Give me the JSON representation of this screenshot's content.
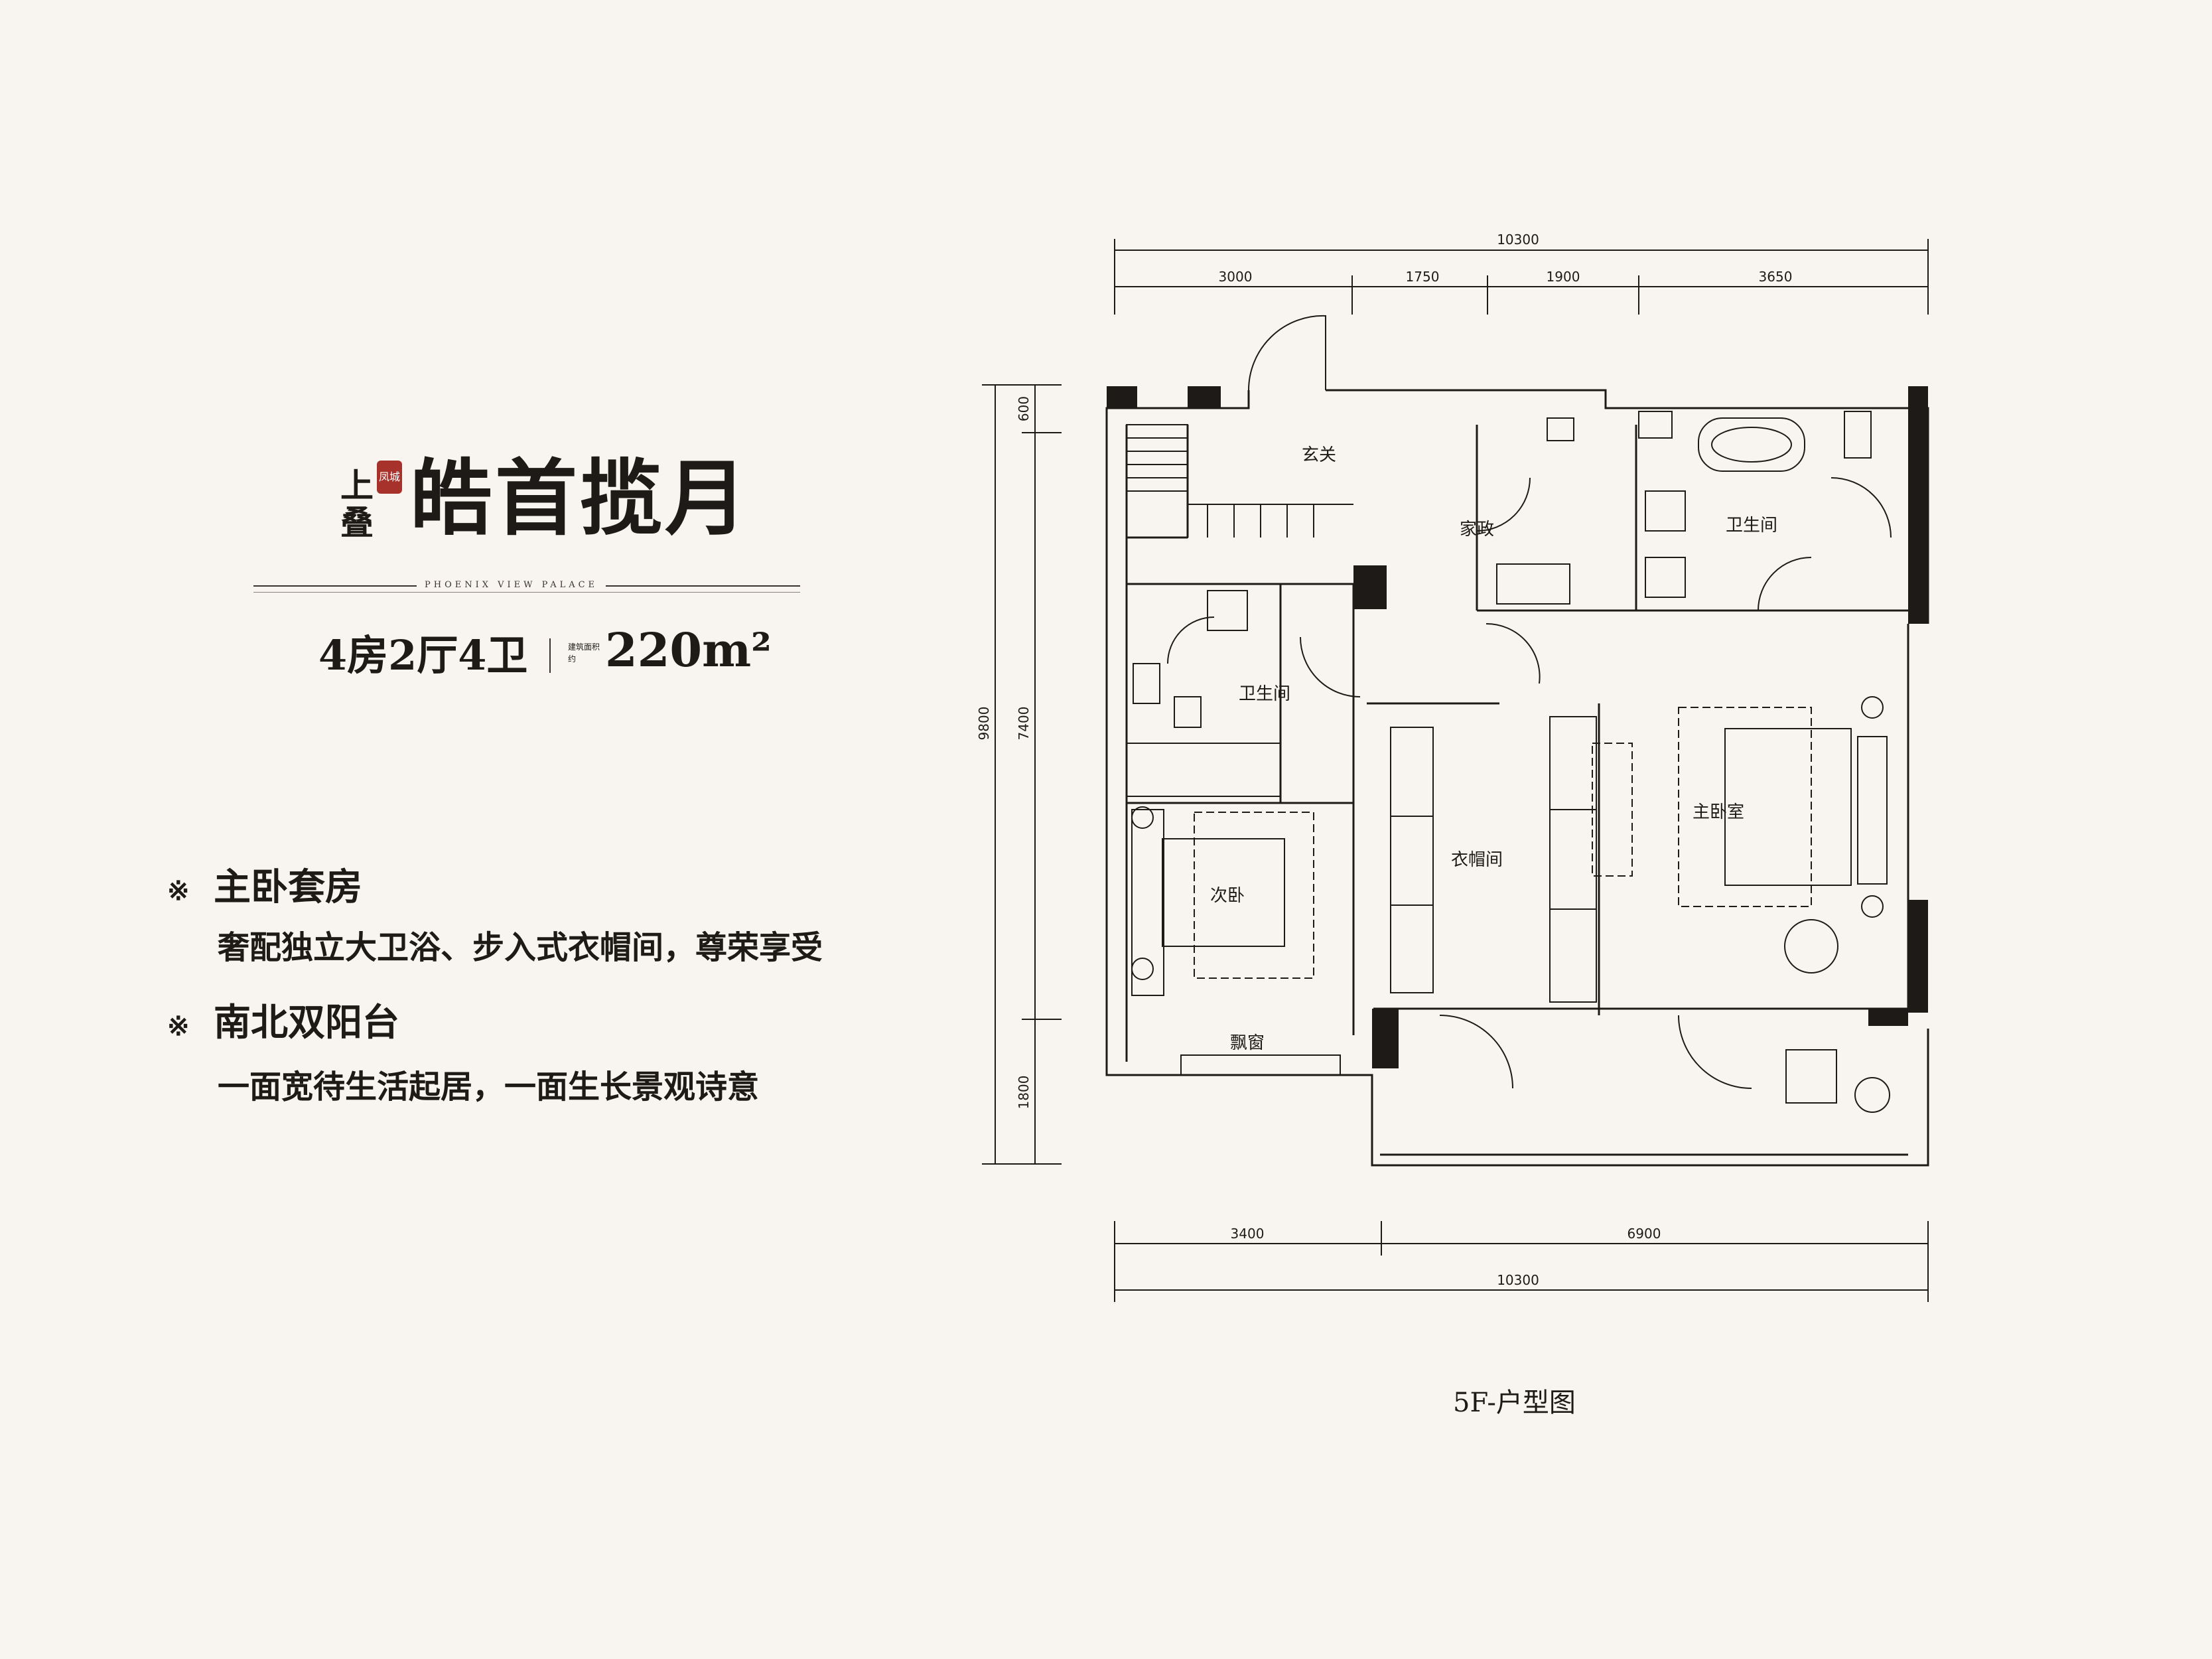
{
  "project": {
    "prefix_top": "上",
    "prefix_bottom": "叠",
    "seal_text": "凤城",
    "title": "皓首揽月",
    "subtitle_en": "PHOENIX VIEW PALACE"
  },
  "summary": {
    "layout": "4房2厅4卫",
    "area_note": "建筑面积约",
    "area_value": "220m²"
  },
  "features": [
    {
      "mark": "※",
      "heading": "主卧套房",
      "desc": "奢配独立大卫浴、步入式衣帽间，尊荣享受"
    },
    {
      "mark": "※",
      "heading": "南北双阳台",
      "desc": "一面宽待生活起居，一面生长景观诗意"
    }
  ],
  "floorplan": {
    "caption": "5F-户型图",
    "rooms": {
      "entrance": "玄关",
      "housekeeping": "家政",
      "bathroom_top": "卫生间",
      "bathroom_left": "卫生间",
      "master_bedroom": "主卧室",
      "cloakroom": "衣帽间",
      "second_bedroom": "次卧",
      "bay_window": "飘窗"
    },
    "dimensions": {
      "top_total": "10300",
      "top_segments": [
        "3000",
        "1750",
        "1900",
        "3650"
      ],
      "bottom_segments": [
        "3400",
        "6900"
      ],
      "bottom_total": "10300",
      "left_segments": [
        "600",
        "7400",
        "1800"
      ],
      "left_total": "9800",
      "right_segments": [
        "600",
        "7400",
        "1800"
      ],
      "right_total": "9800"
    }
  }
}
